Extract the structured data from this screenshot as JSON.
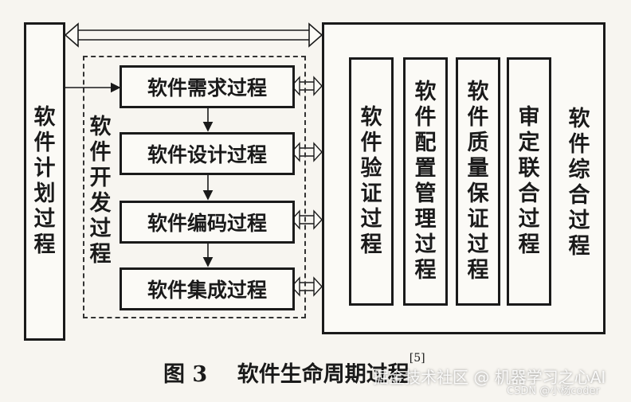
{
  "planning_process": "软件计划过程",
  "development_group": "软件开发过程",
  "dev_steps": [
    "软件需求过程",
    "软件设计过程",
    "软件编码过程",
    "软件集成过程"
  ],
  "support_processes": [
    "软件验证过程",
    "软件配置管理过程",
    "软件质量保证过程",
    "审定联合过程"
  ],
  "integral_group": "软件综合过程",
  "caption": {
    "figure_label": "图 3",
    "title": "软件生命周期过程",
    "ref": "[5]"
  },
  "watermark": "掘金技术社区 @ 机器学习之心AI",
  "watermark_sub": "CSDN @小杨coder"
}
